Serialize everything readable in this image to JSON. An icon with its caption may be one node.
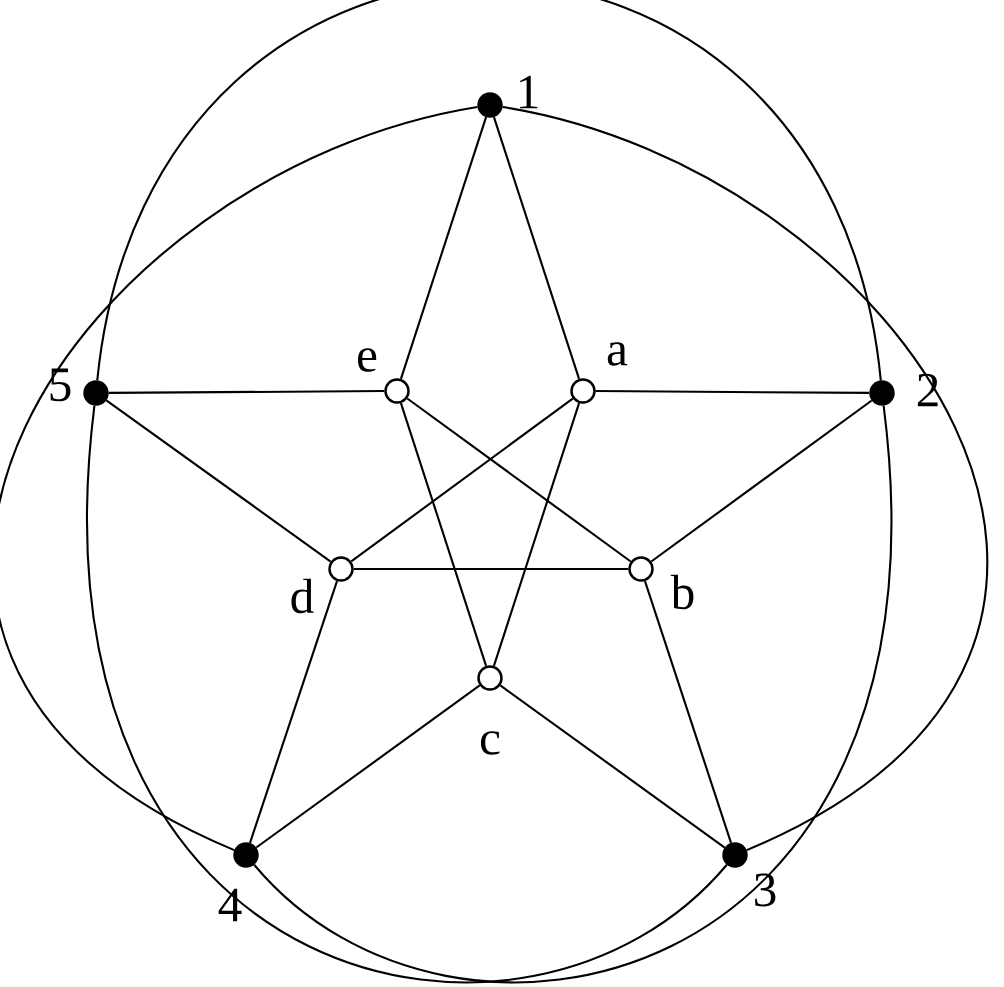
{
  "diagram": {
    "nodes": [
      {
        "text": [],
        "shape": "circle",
        "beside": [
          "1"
        ]
      },
      {
        "text": [],
        "shape": "circle",
        "beside": [
          "2"
        ]
      },
      {
        "text": [],
        "shape": "circle",
        "beside": [
          "3"
        ]
      },
      {
        "text": [],
        "shape": "circle",
        "beside": [
          "4"
        ]
      },
      {
        "text": [],
        "shape": "circle",
        "beside": [
          "5"
        ]
      },
      {
        "text": [],
        "shape": "circle",
        "beside": [
          "a"
        ]
      },
      {
        "text": [],
        "shape": "circle",
        "beside": [
          "b"
        ]
      },
      {
        "text": [],
        "shape": "circle",
        "beside": [
          "c"
        ]
      },
      {
        "text": [],
        "shape": "circle",
        "beside": [
          "d"
        ]
      },
      {
        "text": [],
        "shape": "circle",
        "beside": [
          "e"
        ]
      }
    ],
    "edges": [
      {
        "from": 0,
        "to": 9,
        "arrow": "none"
      },
      {
        "from": 0,
        "to": 5,
        "arrow": "none"
      },
      {
        "from": 4,
        "to": 9,
        "arrow": "none"
      },
      {
        "from": 5,
        "to": 1,
        "arrow": "none"
      },
      {
        "from": 4,
        "to": 8,
        "arrow": "none"
      },
      {
        "from": 1,
        "to": 6,
        "arrow": "none"
      },
      {
        "from": 8,
        "to": 3,
        "arrow": "none"
      },
      {
        "from": 6,
        "to": 2,
        "arrow": "none"
      },
      {
        "from": 7,
        "to": 3,
        "arrow": "none"
      },
      {
        "from": 7,
        "to": 2,
        "arrow": "none"
      },
      {
        "from": 9,
        "to": 6,
        "arrow": "none"
      },
      {
        "from": 9,
        "to": 7,
        "arrow": "none"
      },
      {
        "from": 5,
        "to": 8,
        "arrow": "none"
      },
      {
        "from": 5,
        "to": 7,
        "arrow": "none"
      },
      {
        "from": 8,
        "to": 6,
        "arrow": "none"
      },
      {
        "from": 0,
        "to": 2,
        "arrow": "none"
      },
      {
        "from": 0,
        "to": 3,
        "arrow": "none"
      },
      {
        "from": 4,
        "to": 1,
        "arrow": "none"
      },
      {
        "from": 1,
        "to": 3,
        "arrow": "none"
      },
      {
        "from": 4,
        "to": 2,
        "arrow": "none"
      }
    ]
  }
}
